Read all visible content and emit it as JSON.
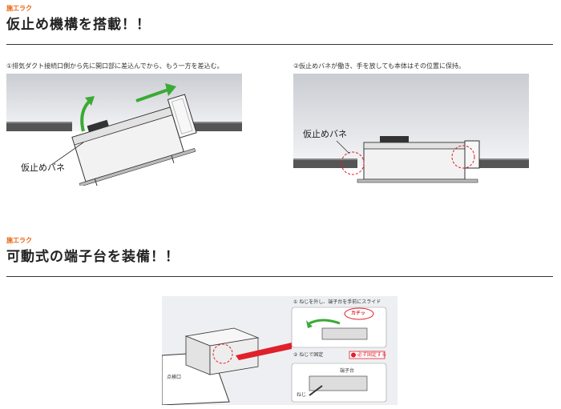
{
  "section1": {
    "kicker": "施工ラク",
    "title": "仮止め機構を搭載！！",
    "step1": {
      "caption": "①排気ダクト接続口側から先に開口部に差込んでから、もう一方を差込む。",
      "spring_label": "仮止めバネ"
    },
    "step2": {
      "caption": "②仮止めバネが働き、手を放しても本体はその位置に保持。",
      "spring_label": "仮止めバネ"
    }
  },
  "section2": {
    "kicker": "施工ラク",
    "title": "可動式の端子台を装備！！",
    "figure": {
      "inspection_label": "点検口",
      "step1_caption": "① ねじを外し、端子台を手前にスライド",
      "click_label": "カチッ",
      "step2_caption": "② ねじで固定",
      "must_fix_label": "必ず固定する",
      "terminal_label": "端子台",
      "screw_label": "ねじ"
    }
  },
  "colors": {
    "accent": "#e8620c",
    "arrow_green": "#3aaa35",
    "callout_red": "#e0202a"
  }
}
